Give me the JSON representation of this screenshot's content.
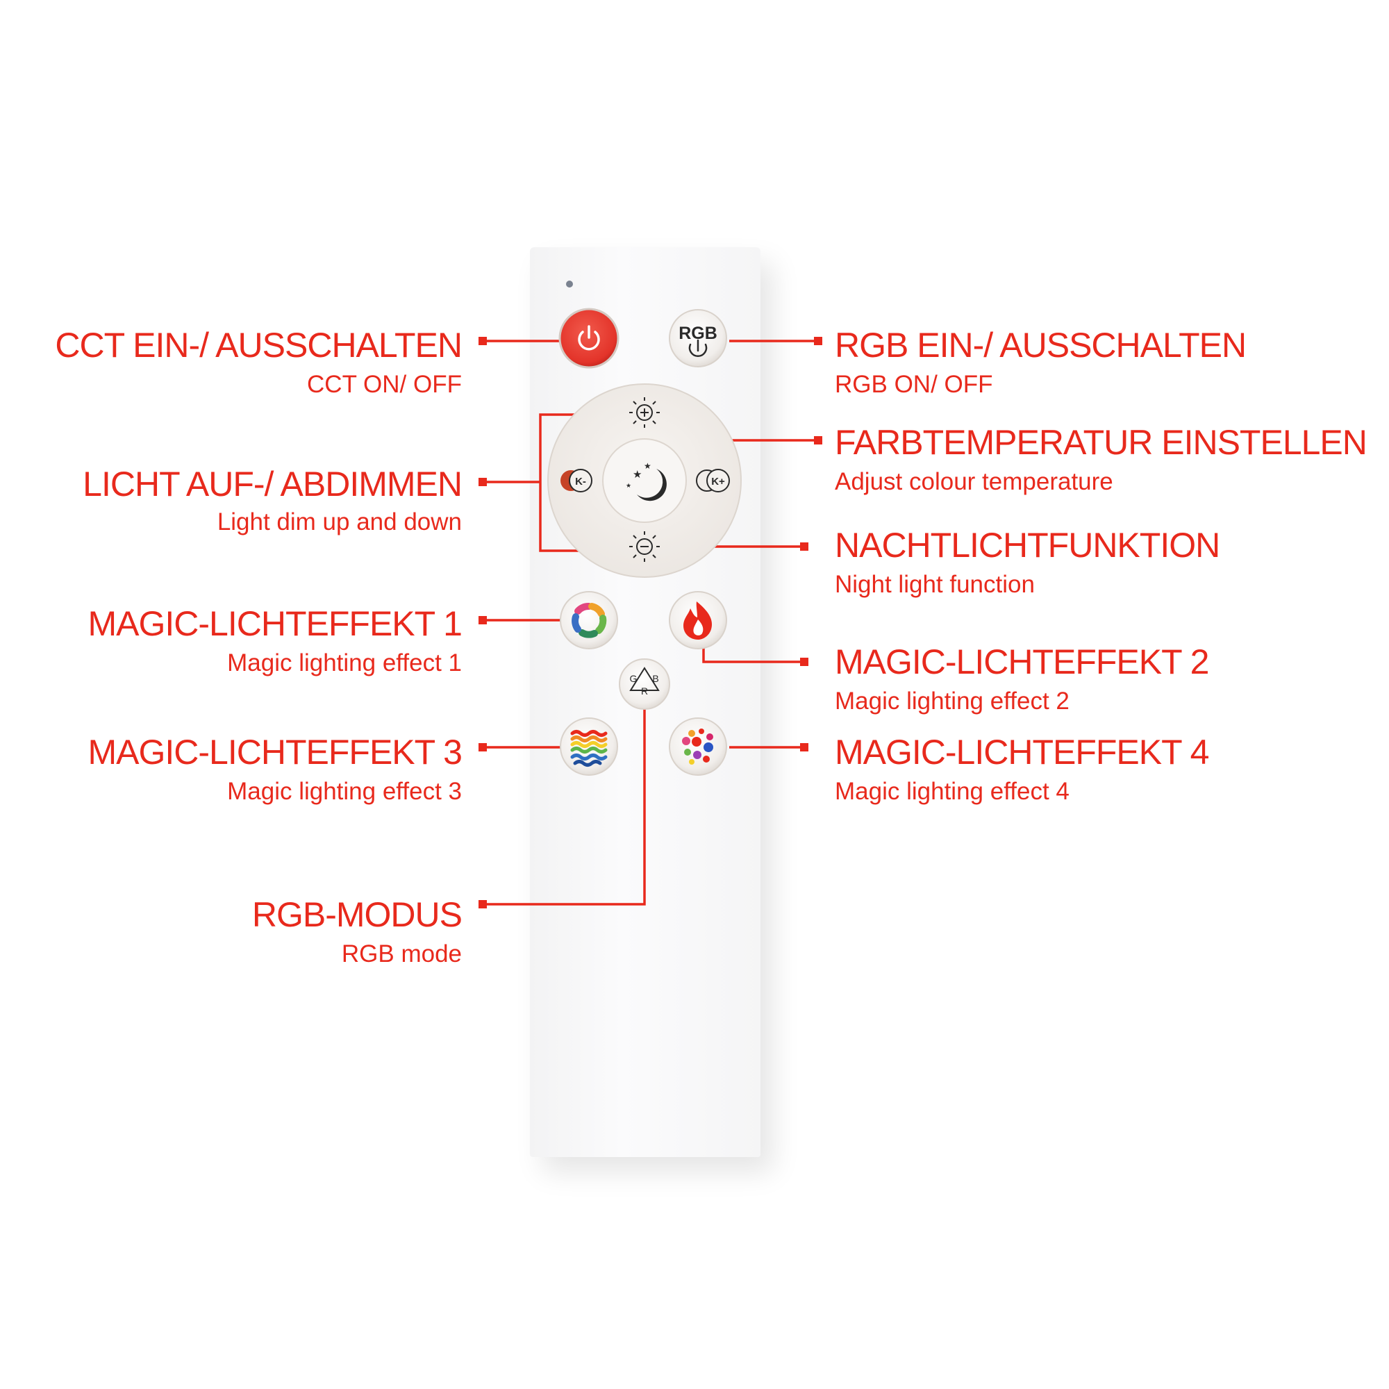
{
  "colors": {
    "accent": "#e8291c",
    "power_button": "#e63a2e",
    "remote_body": "#f7f7f8",
    "button_face": "#f2efec"
  },
  "labels": {
    "cct_de": "CCT EIN-/ AUSSCHALTEN",
    "cct_en": "CCT ON/ OFF",
    "rgb_onoff_de": "RGB EIN-/ AUSSCHALTEN",
    "rgb_onoff_en": "RGB ON/ OFF",
    "farb_de": "FARBTEMPERATUR EINSTELLEN",
    "farb_en": "Adjust colour temperature",
    "dim_de": "LICHT AUF-/ ABDIMMEN",
    "dim_en": "Light dim up and down",
    "night_de": "NACHTLICHTFUNKTION",
    "night_en": "Night light function",
    "magic1_de": "MAGIC-LICHTEFFEKT 1",
    "magic1_en": "Magic lighting effect 1",
    "magic2_de": "MAGIC-LICHTEFFEKT 2",
    "magic2_en": "Magic lighting effect 2",
    "magic3_de": "MAGIC-LICHTEFFEKT 3",
    "magic3_en": "Magic lighting effect 3",
    "magic4_de": "MAGIC-LICHTEFFEKT 4",
    "magic4_en": "Magic lighting effect 4",
    "rgbmode_de": "RGB-MODUS",
    "rgbmode_en": "RGB mode"
  },
  "buttons": {
    "rgb_label": "RGB",
    "k_minus": "K-",
    "k_plus": "K+",
    "rgb_mode_g": "G",
    "rgb_mode_b": "B",
    "rgb_mode_r": "R"
  },
  "icons": {
    "power": "power-icon",
    "rgb_power": "rgb-power-icon",
    "brightness_up": "sun-plus-icon",
    "brightness_down": "sun-minus-icon",
    "night": "moon-stars-icon",
    "k_minus": "color-temp-down-icon",
    "k_plus": "color-temp-up-icon",
    "magic1": "color-ring-icon",
    "magic2": "flame-icon",
    "magic3": "rainbow-waves-icon",
    "magic4": "color-dots-icon",
    "rgb_mode": "rgb-cycle-icon"
  }
}
